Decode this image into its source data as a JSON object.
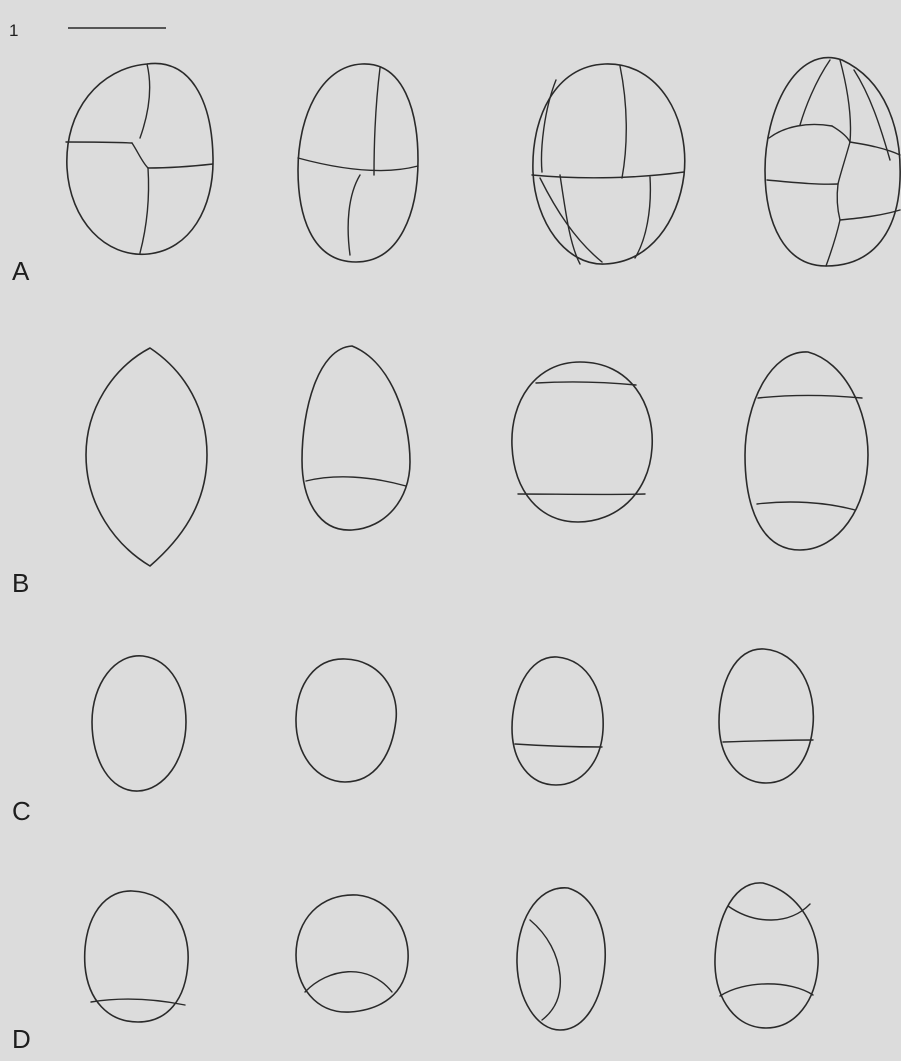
{
  "scale_bar": {
    "label": "1"
  },
  "rows": [
    {
      "label": "A"
    },
    {
      "label": "B"
    },
    {
      "label": "C"
    },
    {
      "label": "D"
    }
  ]
}
